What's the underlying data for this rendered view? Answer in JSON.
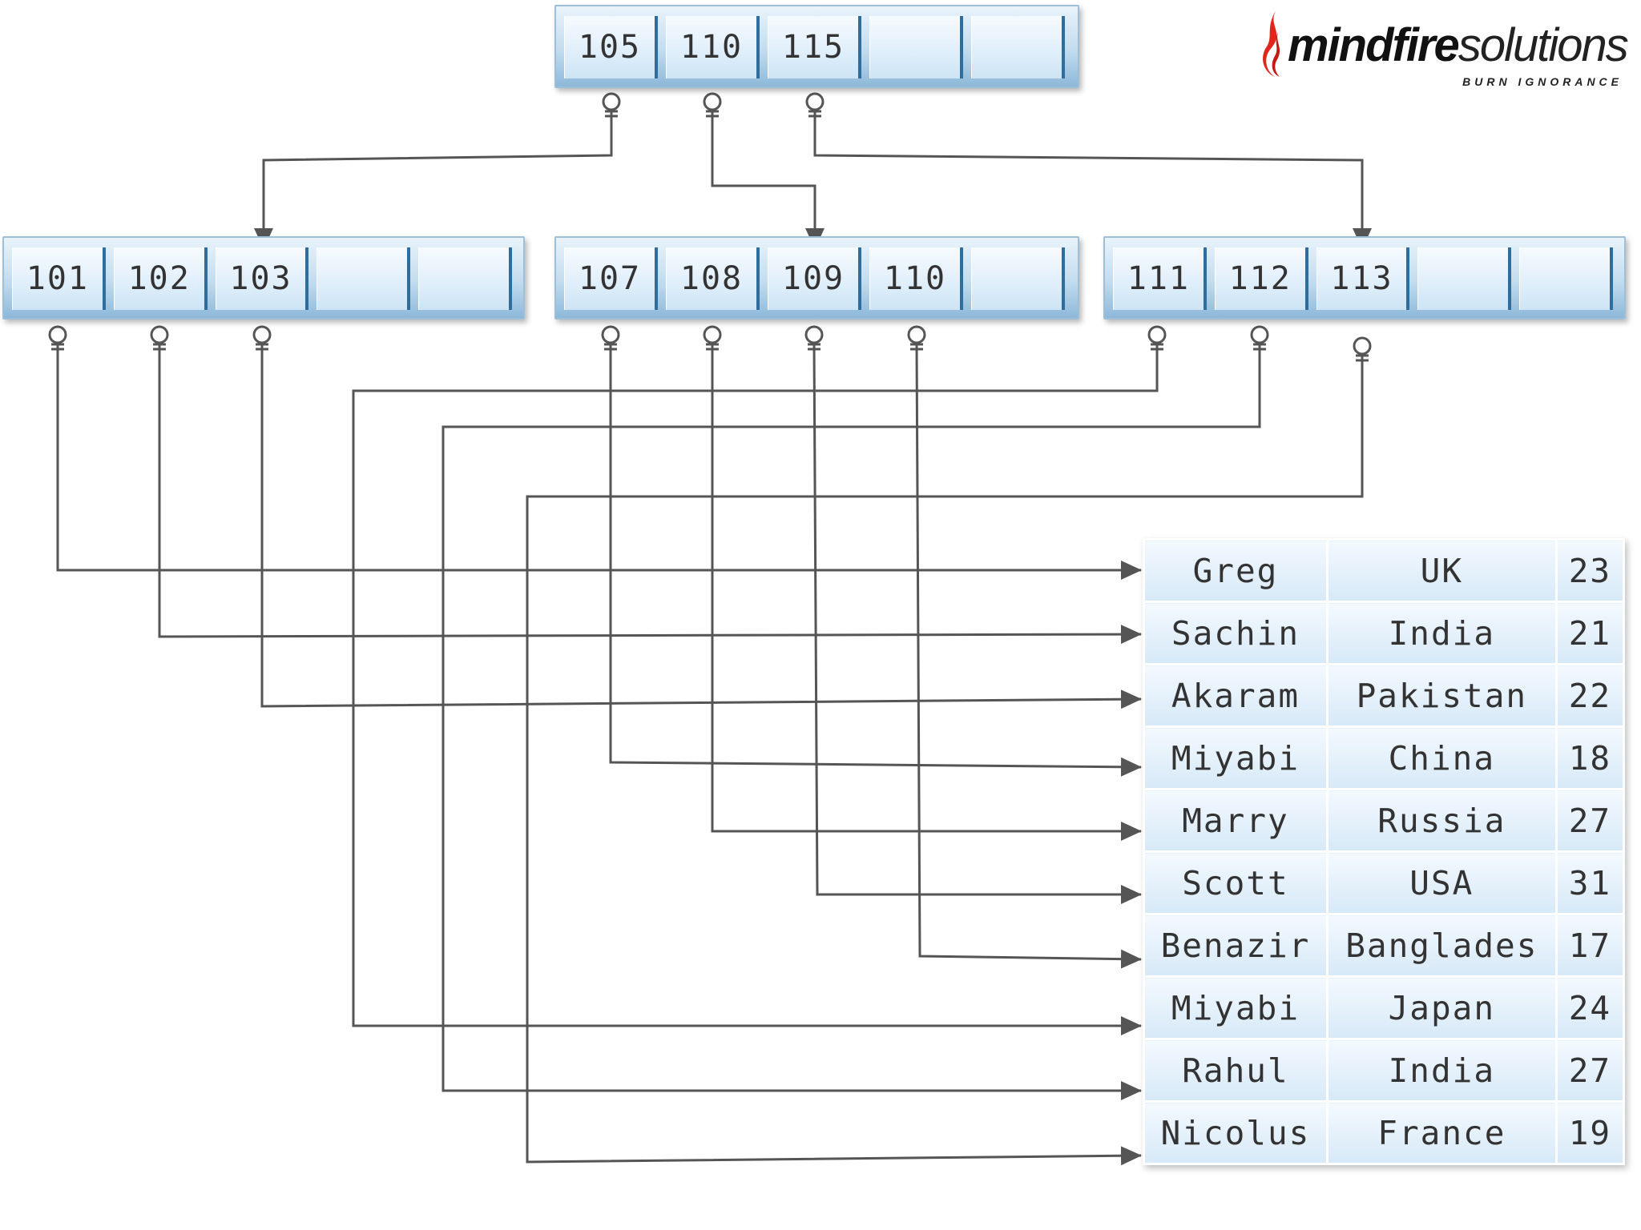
{
  "brand": {
    "name_bold": "mindfire",
    "name_rest": "solutions",
    "tagline": "BURN IGNORANCE",
    "flame_color": "#e3261b"
  },
  "colors": {
    "cell_blue": "#c2dcef",
    "cell_edge": "#2f6e9c",
    "connector": "#555555"
  },
  "root_node": {
    "keys": [
      "105",
      "110",
      "115",
      "",
      ""
    ]
  },
  "leaf_nodes": [
    {
      "keys": [
        "101",
        "102",
        "103",
        "",
        ""
      ]
    },
    {
      "keys": [
        "107",
        "108",
        "109",
        "110",
        ""
      ]
    },
    {
      "keys": [
        "111",
        "112",
        "113",
        "",
        ""
      ]
    }
  ],
  "table": {
    "rows": [
      {
        "name": "Greg",
        "country": "UK",
        "age": "23"
      },
      {
        "name": "Sachin",
        "country": "India",
        "age": "21"
      },
      {
        "name": "Akaram",
        "country": "Pakistan",
        "age": "22"
      },
      {
        "name": "Miyabi",
        "country": "China",
        "age": "18"
      },
      {
        "name": "Marry",
        "country": "Russia",
        "age": "27"
      },
      {
        "name": "Scott",
        "country": "USA",
        "age": "31"
      },
      {
        "name": "Benazir",
        "country": "Banglades",
        "age": "17"
      },
      {
        "name": "Miyabi",
        "country": "Japan",
        "age": "24"
      },
      {
        "name": "Rahul",
        "country": "India",
        "age": "27"
      },
      {
        "name": "Nicolus",
        "country": "France",
        "age": "19"
      }
    ]
  }
}
